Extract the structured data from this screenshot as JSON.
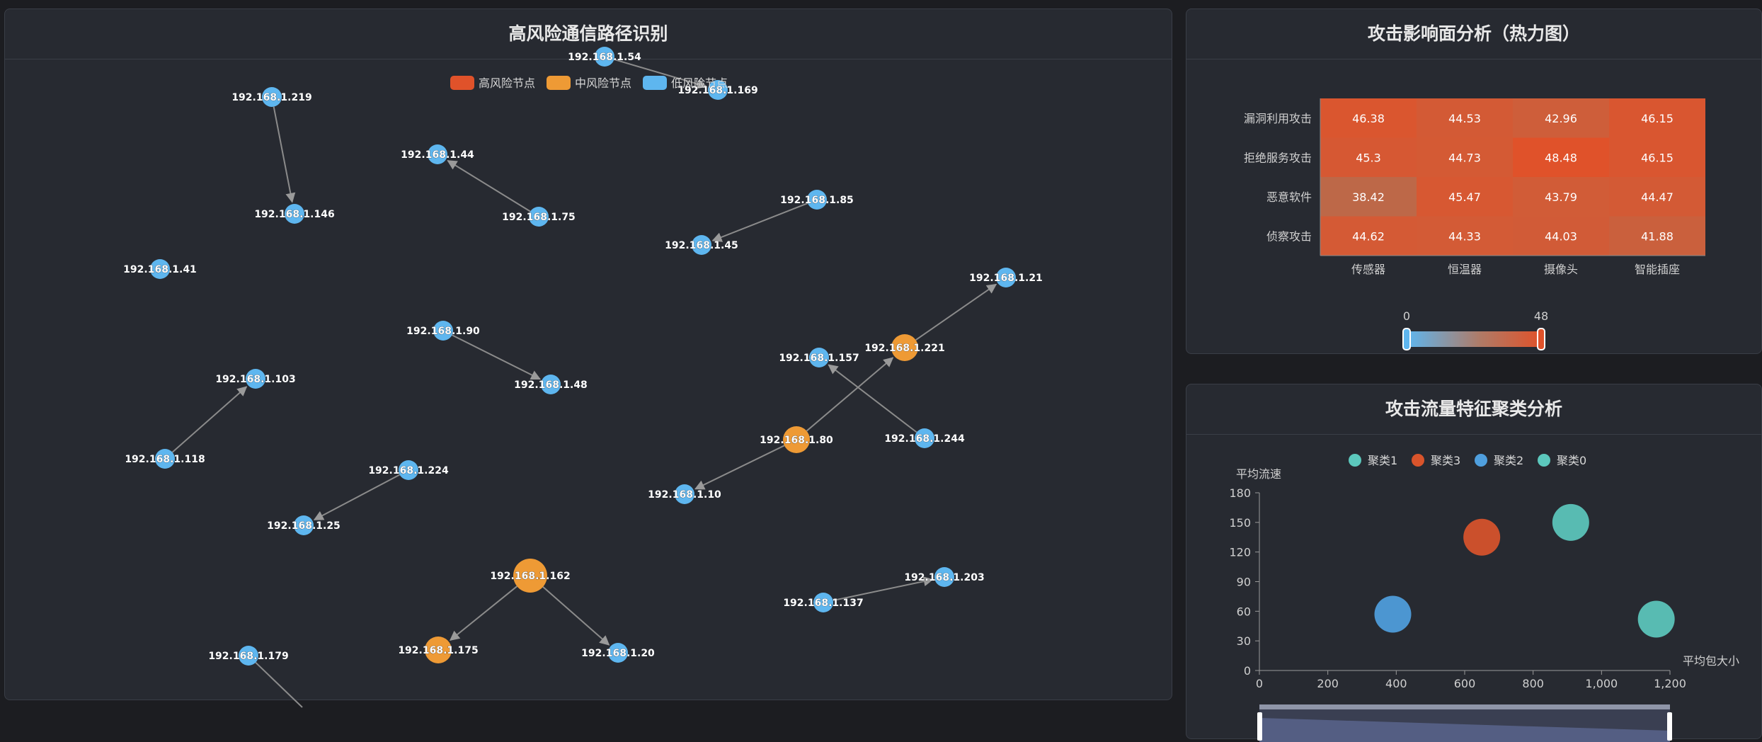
{
  "graph": {
    "title": "高风险通信路径识别",
    "legend": [
      {
        "label": "高风险节点",
        "color": "#e0522a"
      },
      {
        "label": "中风险节点",
        "color": "#ee9a35"
      },
      {
        "label": "低风险节点",
        "color": "#5eb6ef"
      }
    ],
    "nodes": [
      {
        "id": "192.168.1.54",
        "risk": "low"
      },
      {
        "id": "192.168.1.169",
        "risk": "low"
      },
      {
        "id": "192.168.1.219",
        "risk": "low"
      },
      {
        "id": "192.168.1.44",
        "risk": "low"
      },
      {
        "id": "192.168.1.146",
        "risk": "low"
      },
      {
        "id": "192.168.1.75",
        "risk": "low"
      },
      {
        "id": "192.168.1.85",
        "risk": "low"
      },
      {
        "id": "192.168.1.45",
        "risk": "low"
      },
      {
        "id": "192.168.1.41",
        "risk": "low"
      },
      {
        "id": "192.168.1.21",
        "risk": "low"
      },
      {
        "id": "192.168.1.90",
        "risk": "low"
      },
      {
        "id": "192.168.1.48",
        "risk": "low"
      },
      {
        "id": "192.168.1.157",
        "risk": "low"
      },
      {
        "id": "192.168.1.221",
        "risk": "medium"
      },
      {
        "id": "192.168.1.103",
        "risk": "low"
      },
      {
        "id": "192.168.1.80",
        "risk": "medium"
      },
      {
        "id": "192.168.1.244",
        "risk": "low"
      },
      {
        "id": "192.168.1.118",
        "risk": "low"
      },
      {
        "id": "192.168.1.224",
        "risk": "low"
      },
      {
        "id": "192.168.1.10",
        "risk": "low"
      },
      {
        "id": "192.168.1.25",
        "risk": "low"
      },
      {
        "id": "192.168.1.162",
        "risk": "medium"
      },
      {
        "id": "192.168.1.203",
        "risk": "low"
      },
      {
        "id": "192.168.1.137",
        "risk": "low"
      },
      {
        "id": "192.168.1.175",
        "risk": "medium"
      },
      {
        "id": "192.168.1.20",
        "risk": "low"
      },
      {
        "id": "192.168.1.179",
        "risk": "low"
      }
    ],
    "edges": [
      {
        "from": "192.168.1.54",
        "to": "192.168.1.169"
      },
      {
        "from": "192.168.1.219",
        "to": "192.168.1.146"
      },
      {
        "from": "192.168.1.75",
        "to": "192.168.1.44"
      },
      {
        "from": "192.168.1.85",
        "to": "192.168.1.45"
      },
      {
        "from": "192.168.1.90",
        "to": "192.168.1.48"
      },
      {
        "from": "192.168.1.118",
        "to": "192.168.1.103"
      },
      {
        "from": "192.168.1.80",
        "to": "192.168.1.221"
      },
      {
        "from": "192.168.1.221",
        "to": "192.168.1.21"
      },
      {
        "from": "192.168.1.244",
        "to": "192.168.1.157"
      },
      {
        "from": "192.168.1.80",
        "to": "192.168.1.10"
      },
      {
        "from": "192.168.1.224",
        "to": "192.168.1.25"
      },
      {
        "from": "192.168.1.162",
        "to": "192.168.1.175"
      },
      {
        "from": "192.168.1.162",
        "to": "192.168.1.20"
      },
      {
        "from": "192.168.1.137",
        "to": "192.168.1.203"
      },
      {
        "from": "192.168.1.179",
        "to": ""
      }
    ]
  },
  "heatmap": {
    "title": "攻击影响面分析（热力图）",
    "chart_data": {
      "type": "heatmap",
      "x_categories": [
        "传感器",
        "恒温器",
        "摄像头",
        "智能插座"
      ],
      "y_categories": [
        "漏洞利用攻击",
        "拒绝服务攻击",
        "恶意软件",
        "侦察攻击"
      ],
      "values": [
        [
          46.38,
          44.53,
          42.96,
          46.15
        ],
        [
          45.3,
          44.73,
          48.48,
          46.15
        ],
        [
          38.42,
          45.47,
          43.79,
          44.47
        ],
        [
          44.62,
          44.33,
          44.03,
          41.88
        ]
      ],
      "visual_map": {
        "min": 0,
        "max": 48,
        "min_label": "0",
        "max_label": "48",
        "low_color": "#5eb6ef",
        "high_color": "#e0522a"
      }
    }
  },
  "scatter": {
    "title": "攻击流量特征聚类分析",
    "chart_data": {
      "type": "scatter",
      "xlabel": "平均包大小",
      "ylabel": "平均流速",
      "xlim": [
        0,
        1200
      ],
      "ylim": [
        0,
        180
      ],
      "x_ticks": [
        "0",
        "200",
        "400",
        "600",
        "800",
        "1,000",
        "1,200"
      ],
      "y_ticks": [
        "0",
        "30",
        "60",
        "90",
        "120",
        "150",
        "180"
      ],
      "legend": [
        {
          "name": "聚类1",
          "color": "#5cc8bd"
        },
        {
          "name": "聚类3",
          "color": "#d9542b"
        },
        {
          "name": "聚类2",
          "color": "#4f9fde"
        },
        {
          "name": "聚类0",
          "color": "#5cc8bd"
        }
      ],
      "series": [
        {
          "name": "聚类1",
          "color": "#5cc8bd",
          "points": [
            [
              910,
              150
            ]
          ]
        },
        {
          "name": "聚类3",
          "color": "#d9542b",
          "points": [
            [
              650,
              135
            ]
          ]
        },
        {
          "name": "聚类2",
          "color": "#4f9fde",
          "points": [
            [
              390,
              57
            ]
          ]
        },
        {
          "name": "聚类0",
          "color": "#5cc8bd",
          "points": [
            [
              1160,
              52
            ]
          ]
        }
      ]
    }
  }
}
